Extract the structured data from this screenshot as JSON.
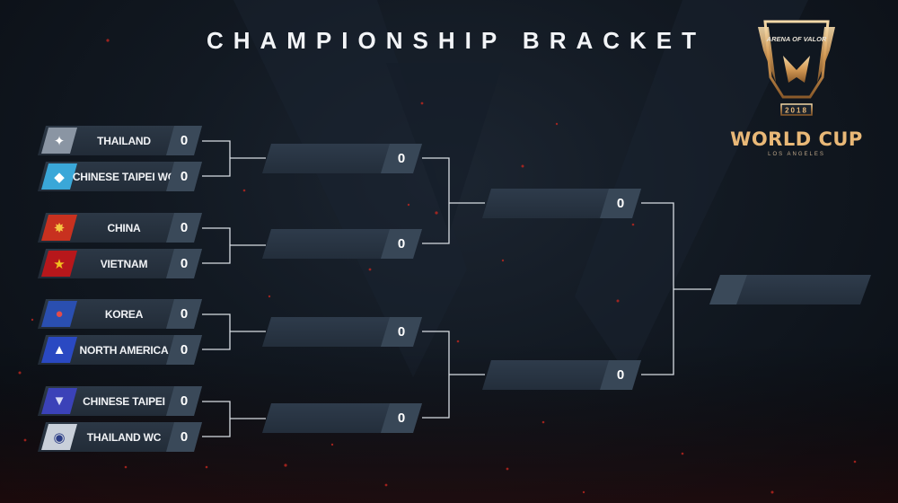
{
  "title": "CHAMPIONSHIP BRACKET",
  "logo": {
    "brand": "ARENA OF VALOR",
    "year": "2018",
    "event": "WORLD CUP",
    "location": "LOS ANGELES"
  },
  "round1": [
    {
      "team": "THAILAND",
      "score": "0",
      "logo_icon": "tiger-crest-icon",
      "logo_color": "#7d8794"
    },
    {
      "team": "CHINESE TAIPEI WC",
      "score": "0",
      "logo_icon": "owl-crest-icon",
      "logo_color": "#3aa7d8"
    },
    {
      "team": "CHINA",
      "score": "0",
      "logo_icon": "dragon-crest-icon",
      "logo_color": "#c8311f"
    },
    {
      "team": "VIETNAM",
      "score": "0",
      "logo_icon": "warrior-crest-icon",
      "logo_color": "#d8a21c"
    },
    {
      "team": "KOREA",
      "score": "0",
      "logo_icon": "tiger-crest-icon",
      "logo_color": "#2a4fb0"
    },
    {
      "team": "NORTH AMERICA",
      "score": "0",
      "logo_icon": "eagle-crest-icon",
      "logo_color": "#2a49c2"
    },
    {
      "team": "CHINESE TAIPEI",
      "score": "0",
      "logo_icon": "v-crest-icon",
      "logo_color": "#3b42b8"
    },
    {
      "team": "THAILAND WC",
      "score": "0",
      "logo_icon": "elephant-crest-icon",
      "logo_color": "#c9d0da"
    }
  ],
  "quarterfinals": [
    {
      "score": "0"
    },
    {
      "score": "0"
    },
    {
      "score": "0"
    },
    {
      "score": "0"
    }
  ],
  "semifinals": [
    {
      "score": "0"
    },
    {
      "score": "0"
    }
  ],
  "final": {
    "score": ""
  },
  "colors": {
    "background": "#121922",
    "slot": "#2a3542",
    "score_box": "#3a4959",
    "connector": "#d8dde3",
    "accent_gold": "#e9b877",
    "ember_red": "#c0271f"
  }
}
